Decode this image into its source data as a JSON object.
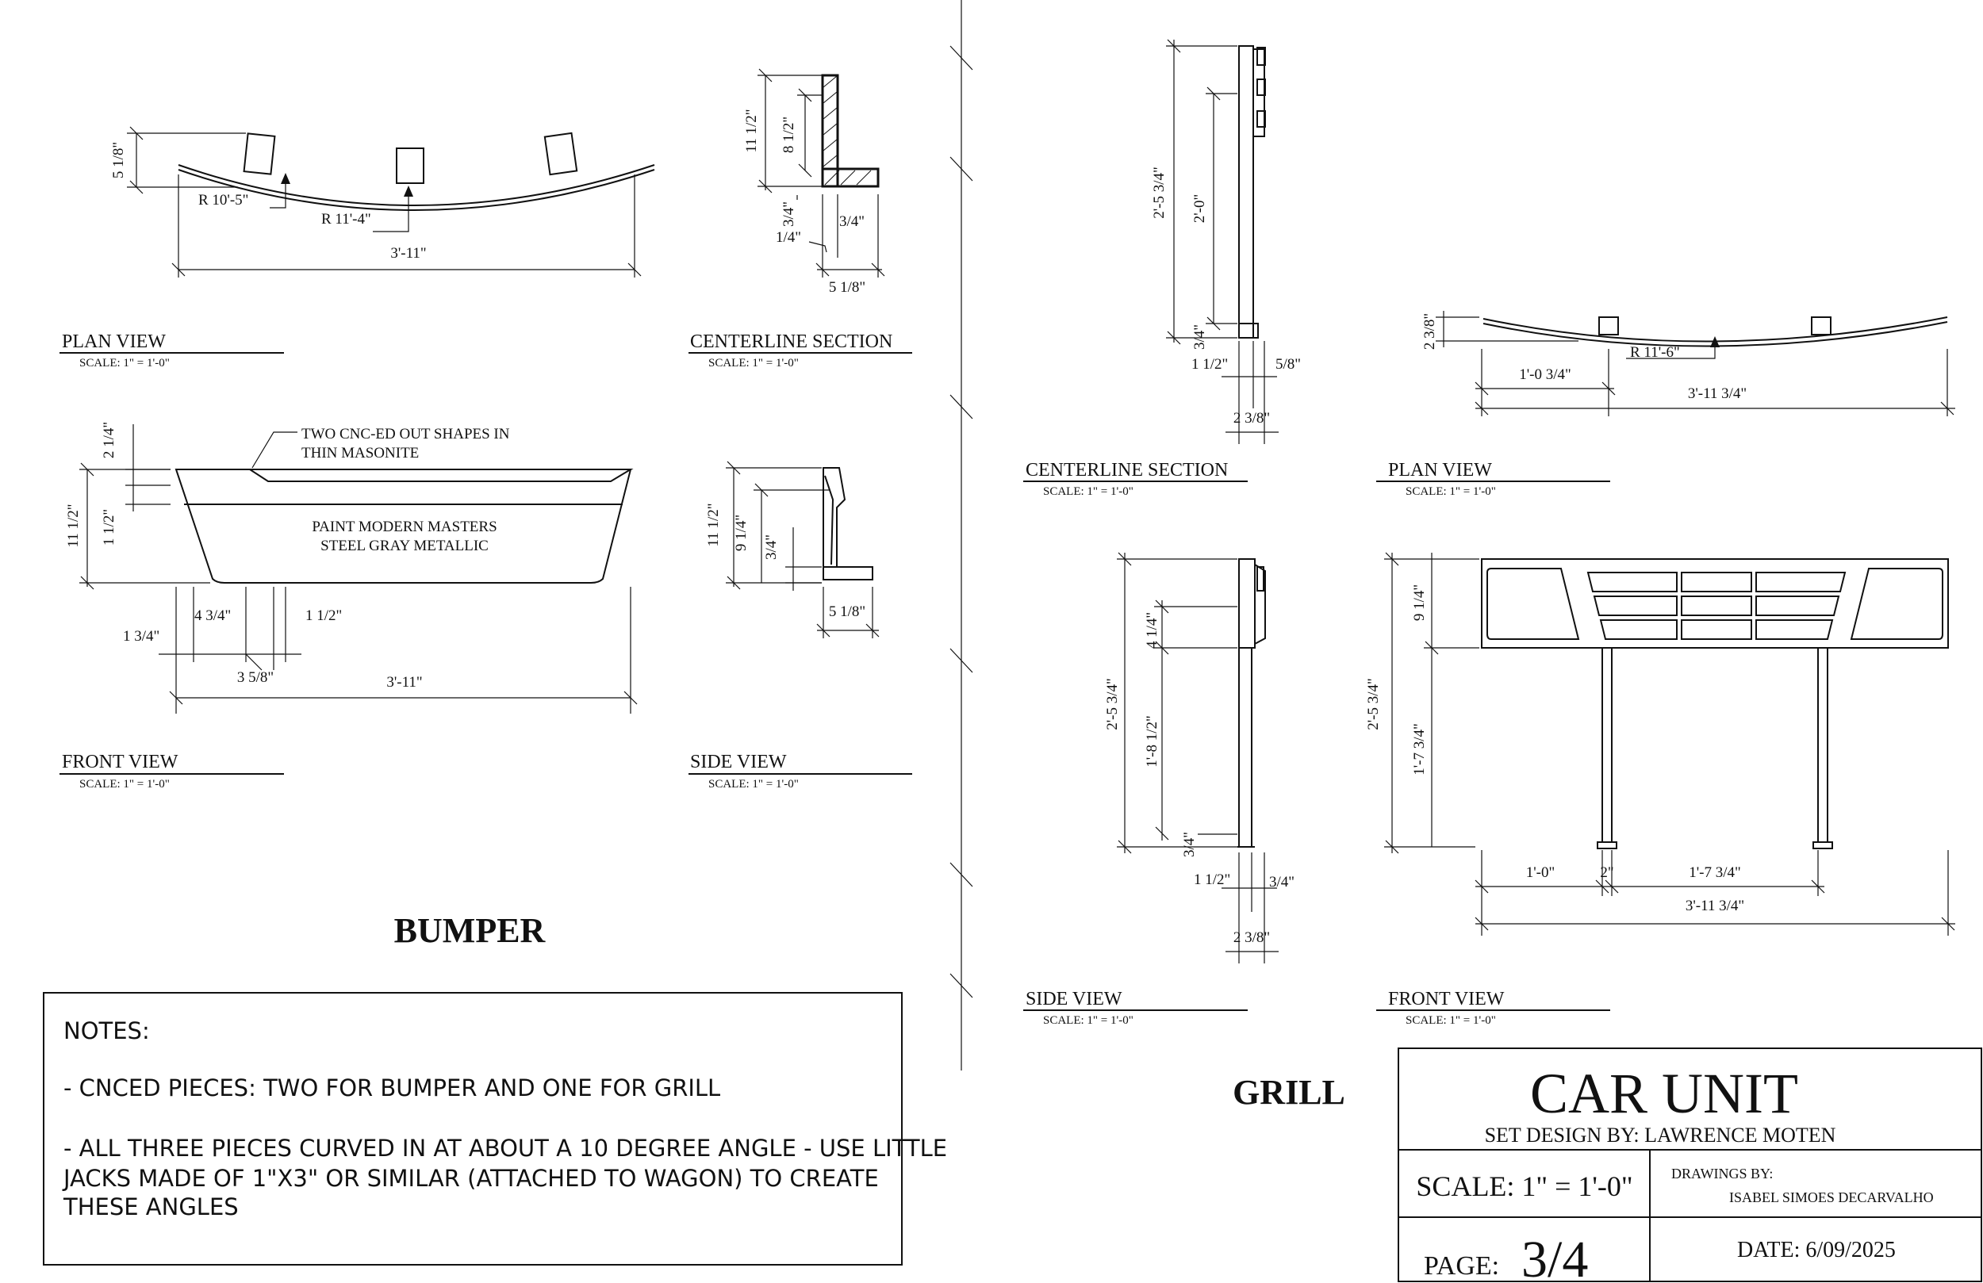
{
  "bumper": {
    "title": "BUMPER",
    "plan_view": {
      "title": "PLAN VIEW",
      "scale": "SCALE: 1\" = 1'-0\"",
      "dim_height": "5 1/8\"",
      "radius_1": "R 10'-5\"",
      "radius_2": "R 11'-4\"",
      "dim_width": "3'-11\""
    },
    "centerline_section": {
      "title": "CENTERLINE SECTION",
      "scale": "SCALE: 1\" = 1'-0\"",
      "dim_total": "11 1/2\"",
      "dim_upper": "8 1/2\"",
      "dim_lip": "3/4\"",
      "dim_thk_1": "1/4\"",
      "dim_thk_2": "3/4\"",
      "dim_base": "5 1/8\""
    },
    "front_view": {
      "title": "FRONT VIEW",
      "scale": "SCALE: 1\" = 1'-0\"",
      "dim_total": "11 1/2\"",
      "dim_top": "2 1/4\"",
      "dim_band": "1 1/2\"",
      "dim_left": "1 3/4\"",
      "dim_notch": "4 3/4\"",
      "dim_notch_base": "3 5/8\"",
      "dim_right": "1 1/2\"",
      "dim_width": "3'-11\"",
      "callout": "TWO CNC-ED OUT SHAPES IN",
      "callout_2": "THIN MASONITE",
      "paint_1": "PAINT MODERN MASTERS",
      "paint_2": "STEEL GRAY METALLIC"
    },
    "side_view": {
      "title": "SIDE VIEW",
      "scale": "SCALE: 1\" = 1'-0\"",
      "dim_total": "11 1/2\"",
      "dim_upper": "9 1/4\"",
      "dim_lip": "3/4\"",
      "dim_base": "5 1/8\""
    }
  },
  "notes": {
    "heading": "NOTES:",
    "line_1": "- CNCED PIECES: TWO FOR BUMPER AND ONE FOR GRILL",
    "line_2": "- ALL THREE PIECES CURVED IN AT ABOUT A 10 DEGREE ANGLE - USE LITTLE",
    "line_3": "JACKS MADE OF 1\"X3\" OR SIMILAR (ATTACHED TO WAGON) TO CREATE",
    "line_4": "THESE ANGLES"
  },
  "grill": {
    "title": "GRILL",
    "centerline_section": {
      "title": "CENTERLINE SECTION",
      "scale": "SCALE: 1\" = 1'-0\"",
      "dim_total": "2'-5 3/4\"",
      "dim_upper": "2'-0\"",
      "dim_lip": "3/4\"",
      "dim_1": "1 1/2\"",
      "dim_2": "5/8\"",
      "dim_3": "2 3/8\""
    },
    "plan_view": {
      "title": "PLAN VIEW",
      "scale": "SCALE: 1\" = 1'-0\"",
      "dim_height": "2 3/8\"",
      "radius": "R 11'-6\"",
      "dim_left": "1'-0 3/4\"",
      "dim_width": "3'-11 3/4\""
    },
    "side_view": {
      "title": "SIDE VIEW",
      "scale": "SCALE: 1\" = 1'-0\"",
      "dim_total": "2'-5 3/4\"",
      "dim_top": "4 1/4\"",
      "dim_mid": "1'-8 1/2\"",
      "dim_lip": "3/4\"",
      "dim_1": "1 1/2\"",
      "dim_2": "3/4\"",
      "dim_3": "2 3/8\""
    },
    "front_view": {
      "title": "FRONT VIEW",
      "scale": "SCALE: 1\" = 1'-0\"",
      "dim_total": "2'-5 3/4\"",
      "dim_top": "9 1/4\"",
      "dim_legs": "1'-7 3/4\"",
      "dim_1": "1'-0\"",
      "dim_2": "2\"",
      "dim_3": "1'-7 3/4\"",
      "dim_width": "3'-11 3/4\""
    }
  },
  "title_block": {
    "title": "CAR UNIT",
    "designer": "SET DESIGN BY: LAWRENCE MOTEN",
    "scale": "SCALE: 1\" = 1'-0\"",
    "drawings_by_label": "DRAWINGS BY:",
    "drawings_by_name": "ISABEL SIMOES DECARVALHO",
    "page_label": "PAGE:",
    "page_value": "3/4",
    "date": "DATE: 6/09/2025"
  }
}
